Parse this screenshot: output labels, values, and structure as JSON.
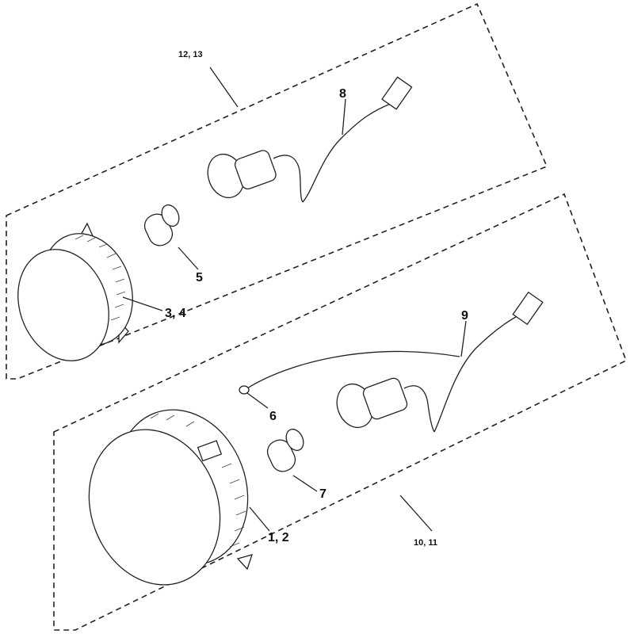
{
  "diagram": {
    "title": "Fog lamp assembly exploded view",
    "groups": [
      {
        "id": "upper",
        "label": "12, 13"
      },
      {
        "id": "lower",
        "label": "10, 11"
      }
    ],
    "callouts": [
      {
        "id": "c8",
        "label": "8"
      },
      {
        "id": "c5",
        "label": "5"
      },
      {
        "id": "c34",
        "label": "3, 4"
      },
      {
        "id": "c9",
        "label": "9"
      },
      {
        "id": "c6",
        "label": "6"
      },
      {
        "id": "c7",
        "label": "7"
      },
      {
        "id": "c12",
        "label": "1, 2"
      }
    ]
  }
}
